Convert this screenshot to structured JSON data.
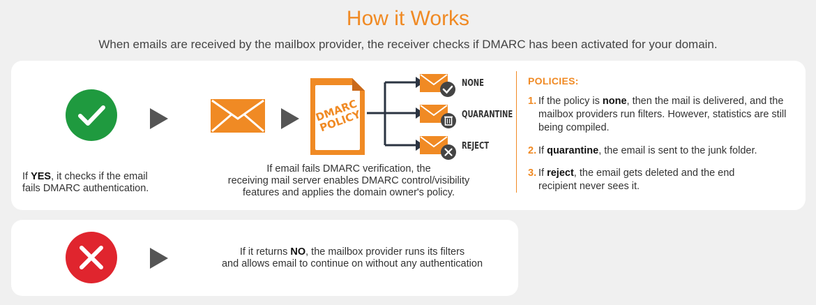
{
  "header": {
    "title": "How it Works",
    "subtitle": "When emails are received by the mailbox provider, the receiver checks if DMARC has been activated for your domain."
  },
  "yes_path": {
    "text_prefix": "If ",
    "keyword": "YES",
    "text_line1_suffix": ", it checks if the email",
    "text_line2": "fails DMARC authentication."
  },
  "dmarc": {
    "policy_label_line1": "DMARC",
    "policy_label_line2": "POLICY",
    "description_line1": "If email fails DMARC verification, the",
    "description_line2": "receiving mail server enables DMARC control/visibility",
    "description_line3": "features and applies the domain owner's policy.",
    "outcomes": [
      {
        "label": "NONE",
        "badge": "check-icon"
      },
      {
        "label": "QUARANTINE",
        "badge": "trash-icon"
      },
      {
        "label": "REJECT",
        "badge": "x-icon"
      }
    ]
  },
  "policies": {
    "title": "POLICIES:",
    "items": [
      {
        "num": "1.",
        "pre": "If the policy is ",
        "kw": "none",
        "post": ", then the mail is delivered, and the mailbox providers run filters. However, statistics are still being compiled."
      },
      {
        "num": "2.",
        "pre": "If ",
        "kw": "quarantine",
        "post": ", the email is sent to the junk folder."
      },
      {
        "num": "3.",
        "pre": "If ",
        "kw": "reject",
        "post": ", the email gets deleted and the end recipient never sees it."
      }
    ]
  },
  "no_path": {
    "text_prefix": "If it returns ",
    "keyword": "NO",
    "text_line1_suffix": ", the mailbox provider runs its filters",
    "text_line2": "and allows email to continue on without any authentication"
  },
  "colors": {
    "accent": "#f08a24",
    "success": "#1f9a3f",
    "danger": "#e0252e",
    "arrow": "#555555",
    "dark_arrow": "#2b3442"
  }
}
